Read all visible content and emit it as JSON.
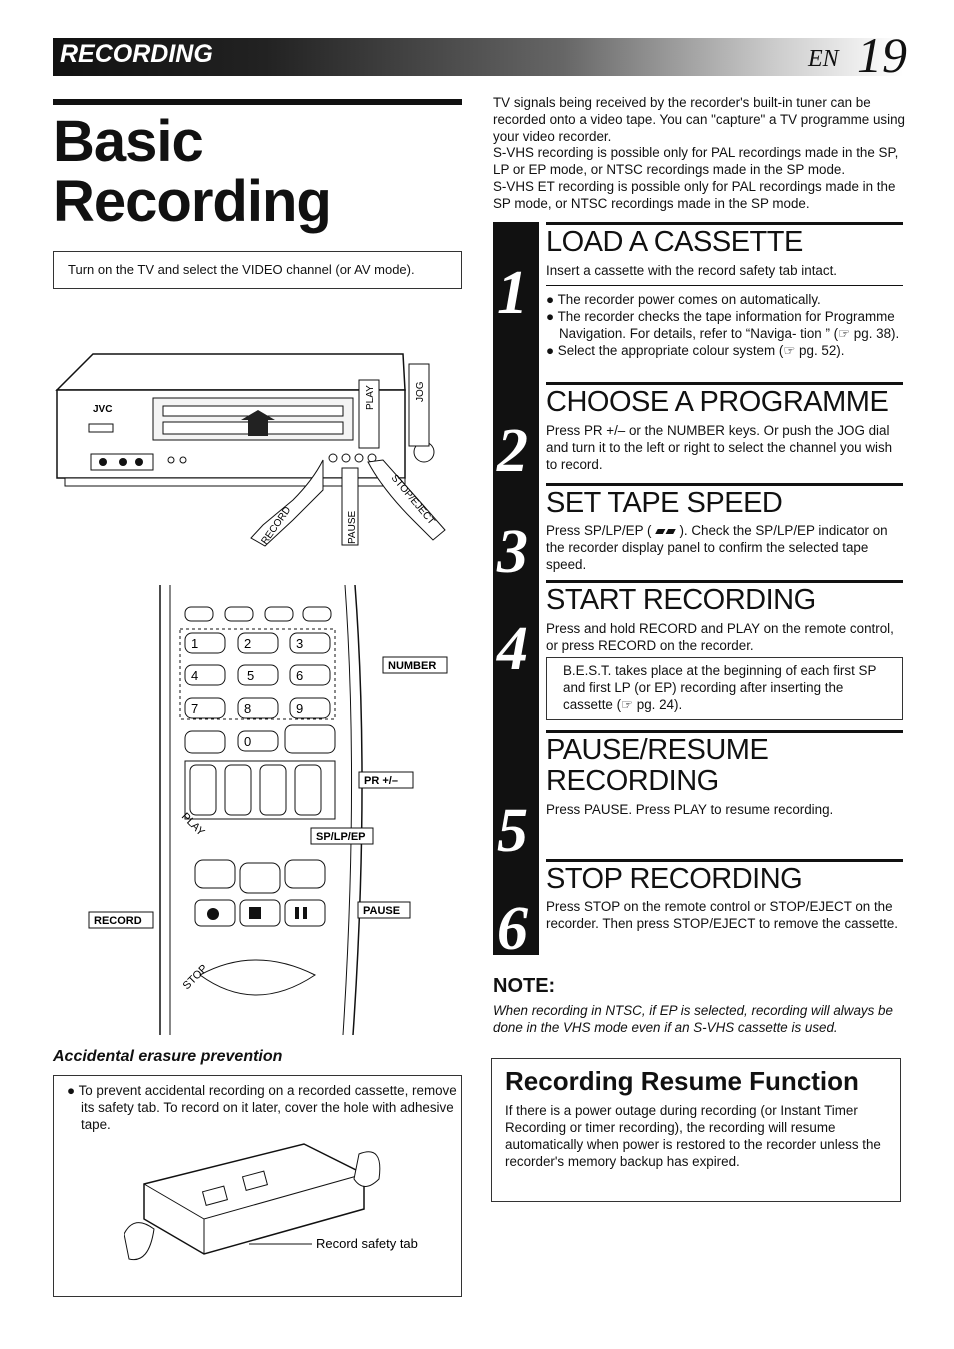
{
  "header": {
    "section": "RECORDING",
    "lang": "EN",
    "page": "19"
  },
  "title_lines": [
    "Basic",
    "Recording"
  ],
  "intro_box": "Turn on the TV and select the VIDEO channel (or AV mode).",
  "right_intro": [
    "TV signals being received by the recorder's built-in tuner can be recorded onto a video tape. You can \"capture\" a TV programme using your video recorder.",
    "S-VHS recording is possible only for PAL recordings made in the SP, LP or EP mode, or NTSC recordings made in the SP mode.",
    "S-VHS ET recording is possible only for PAL recordings made in the SP mode, or NTSC recordings made in the SP mode."
  ],
  "steps": [
    {
      "num": "1",
      "title": "LOAD A CASSETTE",
      "text": "Insert a cassette with the record safety tab intact.",
      "bullets": [
        "● The recorder power comes on automatically.",
        "● The recorder checks the tape information for Programme Navigation. For details, refer to “Naviga- tion ” (☞ pg. 38).",
        "● Select the appropriate colour system (☞ pg. 52)."
      ]
    },
    {
      "num": "2",
      "title": "CHOOSE A PROGRAMME",
      "text": "Press PR +/– or the NUMBER keys. Or push the JOG dial and turn it to the left or right to select the channel you wish to record."
    },
    {
      "num": "3",
      "title": "SET TAPE SPEED",
      "text": "Press SP/LP/EP ( ▰▰ ). Check the SP/LP/EP indicator on the recorder display panel to confirm the selected tape speed."
    },
    {
      "num": "4",
      "title": "START RECORDING",
      "text": "Press and hold RECORD and PLAY on the remote control, or press RECORD on the recorder.",
      "box": "B.E.S.T. takes place at the beginning of each first SP and first LP (or EP) recording after inserting the cassette (☞ pg. 24)."
    },
    {
      "num": "5",
      "title": "PAUSE/RESUME RECORDING",
      "text": "Press PAUSE. Press PLAY to resume recording."
    },
    {
      "num": "6",
      "title": "STOP RECORDING",
      "text": "Press STOP on the remote control or STOP/EJECT on the recorder. Then press STOP/EJECT to remove the cassette."
    }
  ],
  "note": {
    "title": "NOTE:",
    "text": "When recording in NTSC, if EP is selected, recording will always be done in the VHS mode even if an S-VHS cassette is used."
  },
  "resume": {
    "title": "Recording Resume Function",
    "text": "If there is a power outage during recording (or Instant Timer Recording or timer recording), the recording will resume automatically when power is restored to the recorder unless the recorder's memory backup has expired."
  },
  "erasure": {
    "caption": "Accidental erasure prevention",
    "text": "● To prevent accidental recording on a recorded cassette, remove its safety tab. To record on it later, cover the hole with adhesive tape.",
    "tab_label": "Record safety tab"
  },
  "vcr_labels": {
    "brand": "JVC",
    "play": "PLAY",
    "jog": "JOG",
    "record": "RECORD",
    "pause": "PAUSE",
    "stop_eject": "STOP/EJECT"
  },
  "remote_labels": {
    "number": "NUMBER",
    "pr": "PR +/–",
    "sp": "SP/LP/EP",
    "pause": "PAUSE",
    "record": "RECORD",
    "play": "PLAY",
    "stop": "STOP",
    "keys": [
      "1",
      "2",
      "3",
      "4",
      "5",
      "6",
      "7",
      "8",
      "9",
      "0"
    ]
  }
}
